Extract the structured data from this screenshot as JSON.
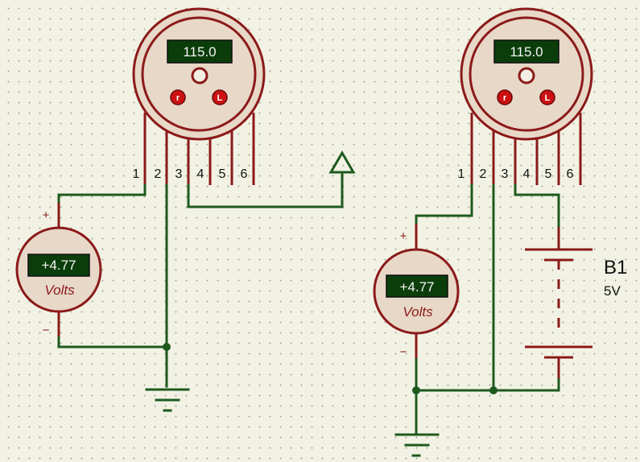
{
  "sensors": [
    {
      "display_value": "115.0",
      "buttons": [
        "r",
        "L"
      ],
      "pins": [
        "1",
        "2",
        "3",
        "4",
        "5",
        "6"
      ]
    },
    {
      "display_value": "115.0",
      "buttons": [
        "r",
        "L"
      ],
      "pins": [
        "1",
        "2",
        "3",
        "4",
        "5",
        "6"
      ]
    }
  ],
  "voltmeters": [
    {
      "reading": "+4.77",
      "unit": "Volts",
      "plus_sign": "+",
      "minus_sign": "−"
    },
    {
      "reading": "+4.77",
      "unit": "Volts",
      "plus_sign": "+",
      "minus_sign": "−"
    }
  ],
  "battery": {
    "designator": "B1",
    "value": "5V"
  },
  "colors": {
    "wire": "#1e5a1e",
    "component": "#8b1a1a",
    "component_fill": "#e8d8c8",
    "lcd_background": "#0b3d0b",
    "button": "#cc1111",
    "canvas": "#f2f2e4"
  }
}
